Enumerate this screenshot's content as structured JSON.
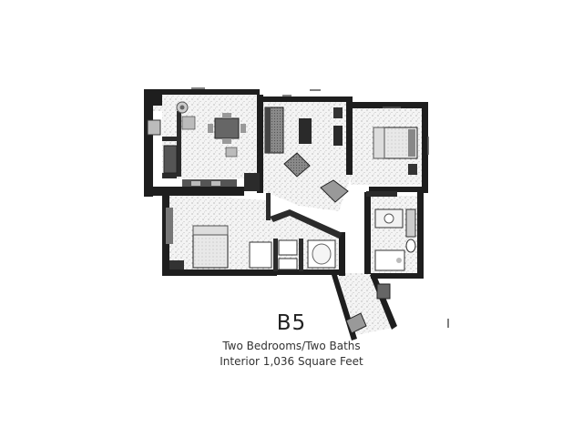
{
  "plan": {
    "unit_name": "B5",
    "bedrooms_baths": "Two Bedrooms/Two Baths",
    "interior": "Interior 1,036 Square Feet"
  }
}
